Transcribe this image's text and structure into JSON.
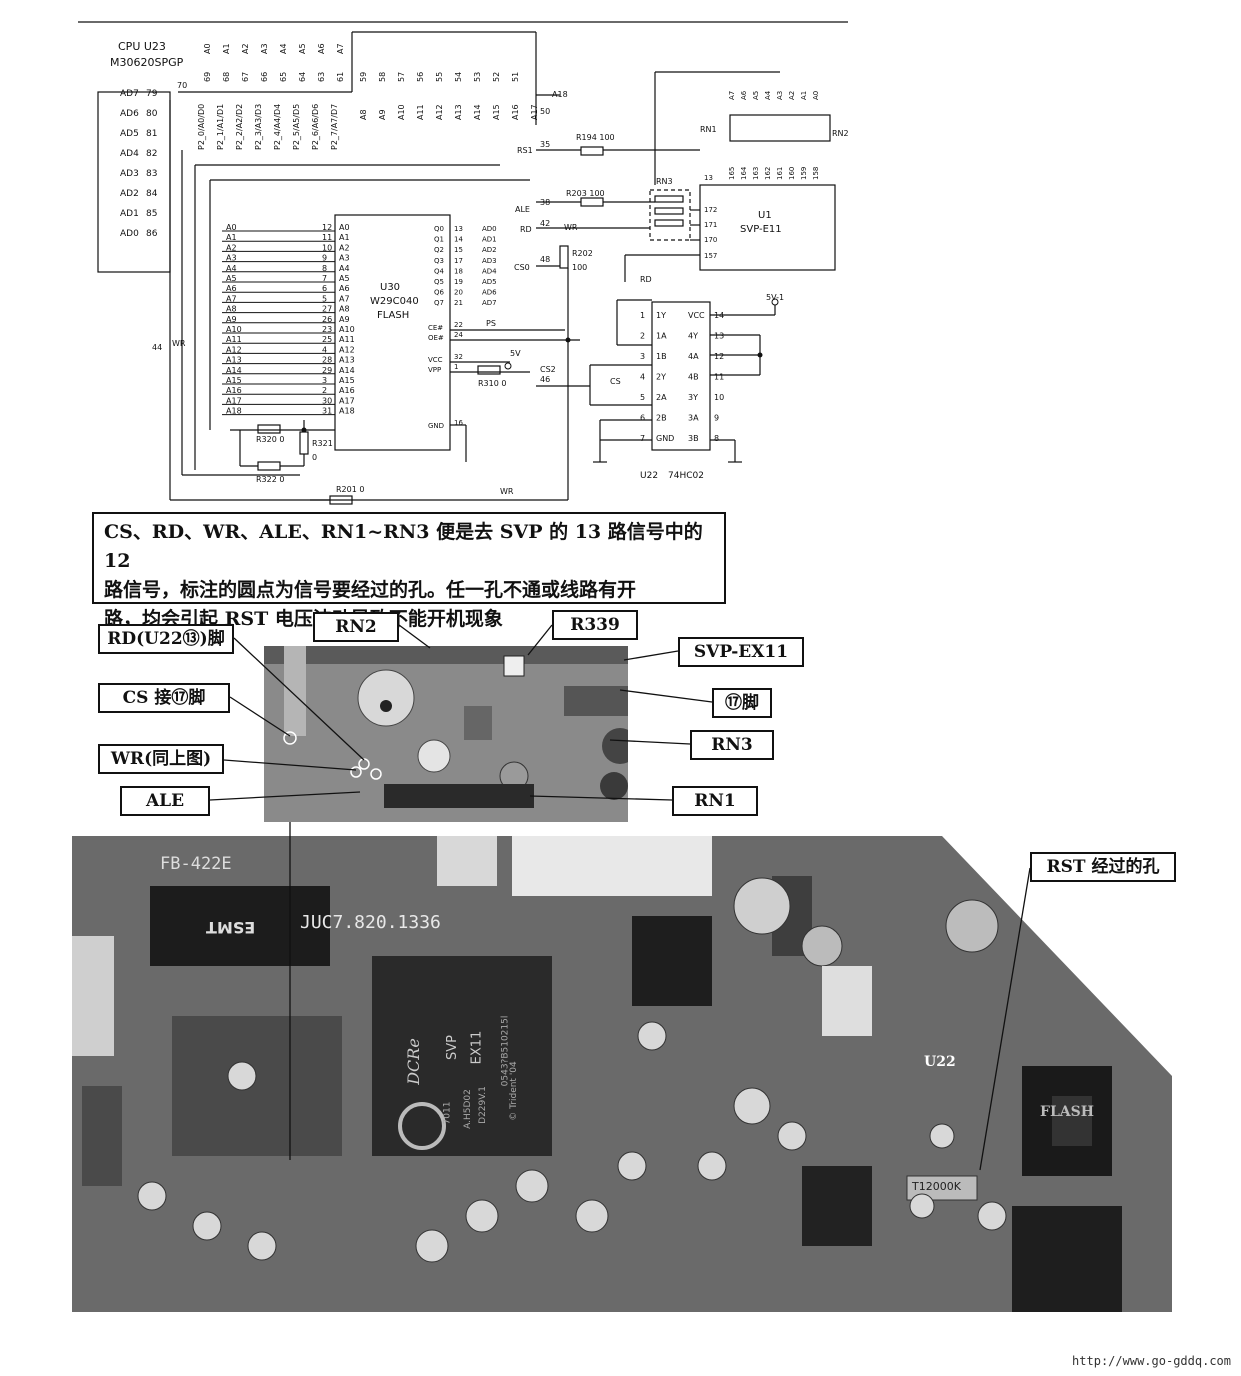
{
  "schematic": {
    "cpu": {
      "name": "CPU U23",
      "part": "M30620SPGP"
    },
    "cpu_port2_addr": [
      "A0",
      "A1",
      "A2",
      "A3",
      "A4",
      "A5",
      "A6",
      "A7"
    ],
    "cpu_port2_pins": [
      "69",
      "68",
      "67",
      "66",
      "65",
      "64",
      "63",
      "61"
    ],
    "cpu_port2_names": [
      "P2_0/A0/D0",
      "P2_1/A1/D1",
      "P2_2/A2/D2",
      "P2_3/A3/D3",
      "P2_4/A4/D4",
      "P2_5/A5/D5",
      "P2_6/A6/D6",
      "P2_7/A7/D7"
    ],
    "cpu_port2_first_pin": "70",
    "cpu_high_addr": [
      "A8",
      "A9",
      "A10",
      "A11",
      "A12",
      "A13",
      "A14",
      "A15",
      "A16",
      "A17"
    ],
    "cpu_high_pins": [
      "59",
      "58",
      "57",
      "56",
      "55",
      "54",
      "53",
      "52",
      "51"
    ],
    "cpu_ad_labels": [
      "AD7",
      "AD6",
      "AD5",
      "AD4",
      "AD3",
      "AD2",
      "AD1",
      "AD0"
    ],
    "cpu_ad_pins": [
      "79",
      "80",
      "81",
      "82",
      "83",
      "84",
      "85",
      "86"
    ],
    "a18": {
      "label": "A18",
      "pin": "50"
    },
    "rs1": {
      "label": "RS1",
      "pin": "35",
      "res": "R194 100"
    },
    "ale": {
      "label": "ALE",
      "pin": "38",
      "res": "R203 100"
    },
    "rd": {
      "label": "RD",
      "pin": "42"
    },
    "cs0": {
      "label": "CS0",
      "pin": "48",
      "res1": "R202",
      "res2": "100"
    },
    "cs2": {
      "label": "CS2",
      "pin": "46"
    },
    "wr": {
      "label": "WR",
      "pin": "44"
    },
    "rd_net": "RD",
    "wr_net": "WR",
    "cs_net": "CS",
    "ps_net": "PS",
    "u30": {
      "name": "U30",
      "part": "W29C040",
      "type": "FLASH"
    },
    "u30_left_labels": [
      "A0",
      "A1",
      "A2",
      "A3",
      "A4",
      "A5",
      "A6",
      "A7",
      "A8",
      "A9",
      "A10",
      "A11",
      "A12",
      "A13",
      "A14",
      "A15",
      "A16",
      "A17",
      "A18"
    ],
    "u30_left_pins": [
      "12",
      "11",
      "10",
      "9",
      "8",
      "7",
      "6",
      "5",
      "27",
      "26",
      "23",
      "25",
      "4",
      "28",
      "29",
      "3",
      "2",
      "30",
      "31"
    ],
    "u30_right_q": [
      "Q0",
      "Q1",
      "Q2",
      "Q3",
      "Q4",
      "Q5",
      "Q6",
      "Q7"
    ],
    "u30_right_pins": [
      "13",
      "14",
      "15",
      "17",
      "18",
      "19",
      "20",
      "21"
    ],
    "u30_right_ad": [
      "AD0",
      "AD1",
      "AD2",
      "AD3",
      "AD4",
      "AD5",
      "AD6",
      "AD7"
    ],
    "u30_ctrl": [
      "CE#",
      "OE#",
      "VCC",
      "VPP",
      "GND"
    ],
    "u30_ctrl_pins": [
      "22",
      "24",
      "32",
      "1",
      "16"
    ],
    "vcc5": "5V",
    "r310": "R310 0",
    "r320": "R320 0",
    "r321": "R321",
    "r321_val": "0",
    "r322": "R322 0",
    "r201": "R201 0",
    "u1": {
      "name": "U1",
      "part": "SVP-E11"
    },
    "u1_top_addr": [
      "A7",
      "A6",
      "A5",
      "A4",
      "A3",
      "A2",
      "A1",
      "A0"
    ],
    "u1_top_pins": [
      "165",
      "164",
      "163",
      "162",
      "161",
      "160",
      "159",
      "158"
    ],
    "u1_left_pins": [
      "13",
      "172",
      "171",
      "170",
      "157"
    ],
    "rn1": "RN1",
    "rn2": "RN2",
    "rn3": "RN3",
    "u22": {
      "name": "U22",
      "part": "74HC02"
    },
    "u22_left_names": [
      "1Y",
      "1A",
      "1B",
      "2Y",
      "2A",
      "2B",
      "GND"
    ],
    "u22_left_pins": [
      "1",
      "2",
      "3",
      "4",
      "5",
      "6",
      "7"
    ],
    "u22_right_names": [
      "VCC",
      "4Y",
      "4A",
      "4B",
      "3Y",
      "3A",
      "3B"
    ],
    "u22_right_pins": [
      "14",
      "13",
      "12",
      "11",
      "10",
      "9",
      "8"
    ],
    "vcc_sv": "5V-1"
  },
  "note": {
    "line1": "CS、RD、WR、ALE、RN1~RN3 便是去 SVP 的 13 路信号中的 12",
    "line2": "路信号，标注的圆点为信号要经过的孔。任一孔不通或线路有开",
    "line3": "路，均会引起 RST 电压波动导致不能开机现象"
  },
  "photo1_labels": {
    "rd": "RD(U22⑬)脚",
    "cs": "CS 接⑰脚",
    "wr": "WR(同上图)",
    "ale": "ALE",
    "rn2": "RN2",
    "r339": "R339",
    "svp": "SVP-EX11",
    "pin157": "⑰脚",
    "rn3": "RN3",
    "rn1": "RN1"
  },
  "photo2": {
    "board_label": "FB-422E",
    "board_number": "JUC7.820.1336",
    "esmt": "ESMT",
    "chip_brand": "DCRe",
    "chip_lines": [
      "SVP",
      "EX11"
    ],
    "chip_code": [
      "7011",
      "A.H5D02",
      "D229V.1",
      "0543?B510215l"
    ],
    "trident": "© Trident '04",
    "u22_label": "U22",
    "flash_label": "FLASH",
    "crystal": "T12000K",
    "rst_label": "RST 经过的孔"
  },
  "footer": "http://www.go-gddq.com"
}
